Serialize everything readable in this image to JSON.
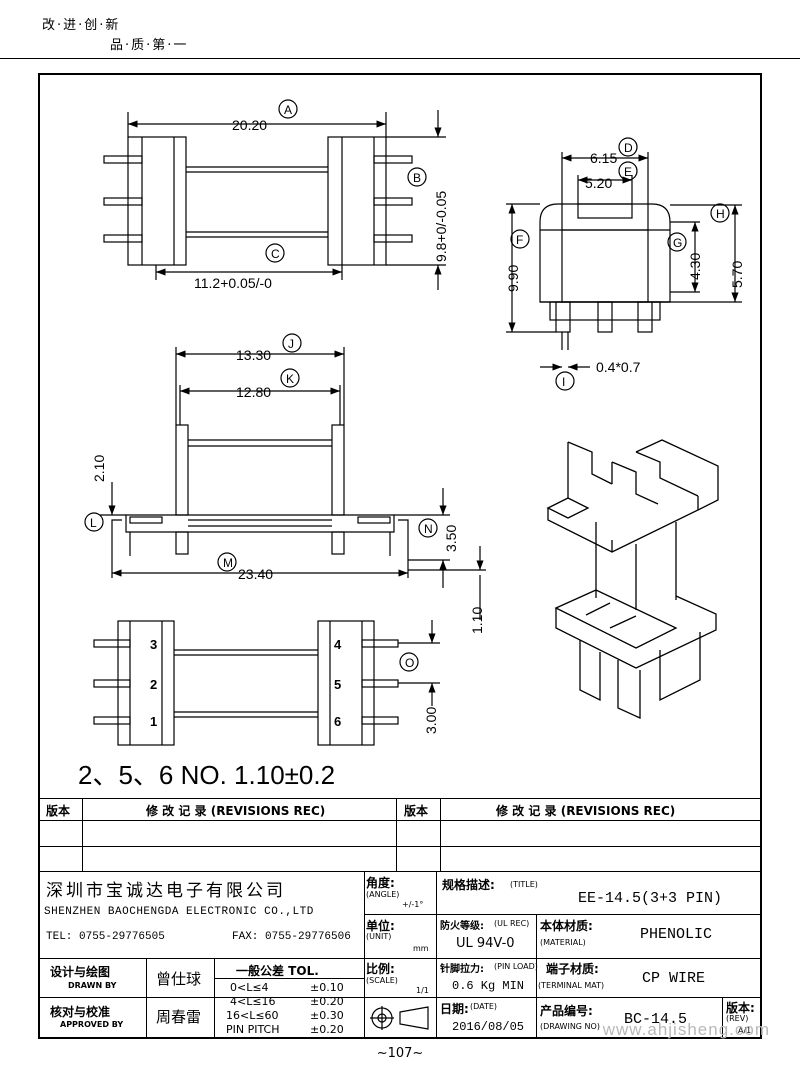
{
  "header": {
    "slogan_line1": "改·进·创·新",
    "slogan_line2": "品·质·第·一"
  },
  "dims": {
    "A_value": "20.20",
    "A": "A",
    "B_value": "9.8+0/-0.05",
    "B": "B",
    "C_value": "11.2+0.05/-0",
    "C": "C",
    "D_value": "6.15",
    "D": "D",
    "E_value": "5.20",
    "E": "E",
    "F_value": "9.90",
    "F": "F",
    "G_value": "4.30",
    "G": "G",
    "H_value": "5.70",
    "H": "H",
    "I_value": "0.4*0.7",
    "I": "I",
    "J_value": "13.30",
    "J": "J",
    "K_value": "12.80",
    "K": "K",
    "L_value": "2.10",
    "L": "L",
    "M_value": "23.40",
    "M": "M",
    "N_value": "3.50",
    "N": "N",
    "N2_value": "1.10",
    "O_value": "3.00",
    "O": "O",
    "pins": [
      "3",
      "2",
      "1",
      "4",
      "5",
      "6"
    ]
  },
  "note": "2、5、6 NO.   1.10±0.2",
  "revisions": {
    "version_label": "版本",
    "rec_label": "修 改 记 录  (REVISIONS REC)"
  },
  "company": {
    "name_cn": "深圳市宝诚达电子有限公司",
    "name_en": "SHENZHEN BAOCHENGDA ELECTRONIC CO.,LTD",
    "tel": "TEL: 0755-29776505",
    "fax": "FAX: 0755-29776506"
  },
  "titleblock": {
    "angle_label": "角度:",
    "angle_en": "(ANGLE)",
    "angle_value": "+/-1°",
    "unit_label": "单位:",
    "unit_en": "(UNIT)",
    "unit_value": "mm",
    "scale_label": "比例:",
    "scale_en": "(SCALE)",
    "scale_value": "1/1",
    "title_label": "规格描述:",
    "title_en": "(TITLE)",
    "title_value": "EE-14.5(3+3 PIN)",
    "ul_label": "防火等级:",
    "ul_en": "(UL REC)",
    "ul_value": "UL 94V-0",
    "material_label": "本体材质:",
    "material_en": "(MATERIAL)",
    "material_value": "PHENOLIC",
    "pinload_label": "针脚拉力:",
    "pinload_en": "(PIN LOAD)",
    "pinload_value": "0.6 Kg MIN",
    "terminal_label": "端子材质:",
    "terminal_en": "(TERMINAL MAT)",
    "terminal_value": "CP WIRE",
    "date_label": "日期:",
    "date_en": "(DATE)",
    "date_value": "2016/08/05",
    "drawing_label": "产品编号:",
    "drawing_en": "(DRAWING NO)",
    "drawing_value": "BC-14.5",
    "rev_label": "版本:",
    "rev_en": "(REV)",
    "rev_value": "A/1",
    "drawn_label": "设计与绘图",
    "drawn_en": "DRAWN BY",
    "drawn_value": "曾仕球",
    "approved_label": "核对与校准",
    "approved_en": "APPROVED BY",
    "approved_value": "周春雷",
    "tol_label": "一般公差 TOL.",
    "tol_rows": [
      {
        "range": "0<L≤4",
        "val": "±0.10"
      },
      {
        "range": "4<L≤16",
        "val": "±0.20"
      },
      {
        "range": "16<L≤60",
        "val": "±0.30"
      },
      {
        "range": "PIN PITCH",
        "val": "±0.20"
      }
    ]
  },
  "page_number": "~107~",
  "watermark": "www.ahjisheng.com"
}
